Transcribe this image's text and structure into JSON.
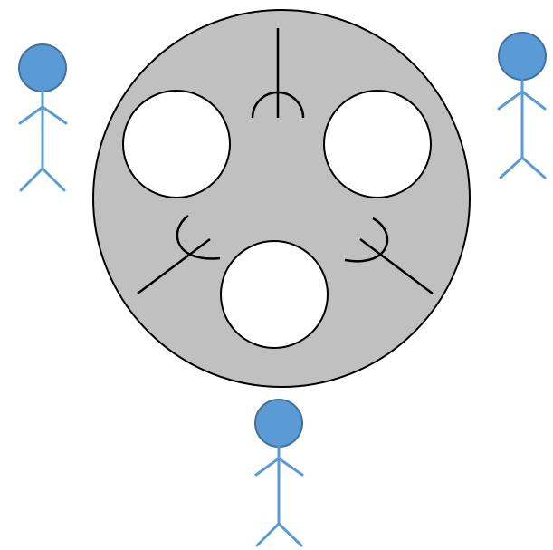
{
  "colors": {
    "background": "#FFFFFF",
    "disc_fill": "#C0C0C0",
    "disc_stroke": "#000000",
    "hole_fill": "#FFFFFF",
    "mark_stroke": "#000000",
    "figure_fill": "#5B9BD5",
    "figure_outline": "#41719C",
    "figure_stroke": "#5B9BD5"
  },
  "elements": {
    "disc": "gray-disc",
    "holes": [
      "white-circle",
      "white-circle",
      "white-circle"
    ],
    "marks": [
      "antenna-arc-symbol",
      "antenna-arc-symbol",
      "antenna-arc-symbol"
    ],
    "figures": [
      "stick-figure",
      "stick-figure",
      "stick-figure"
    ]
  }
}
